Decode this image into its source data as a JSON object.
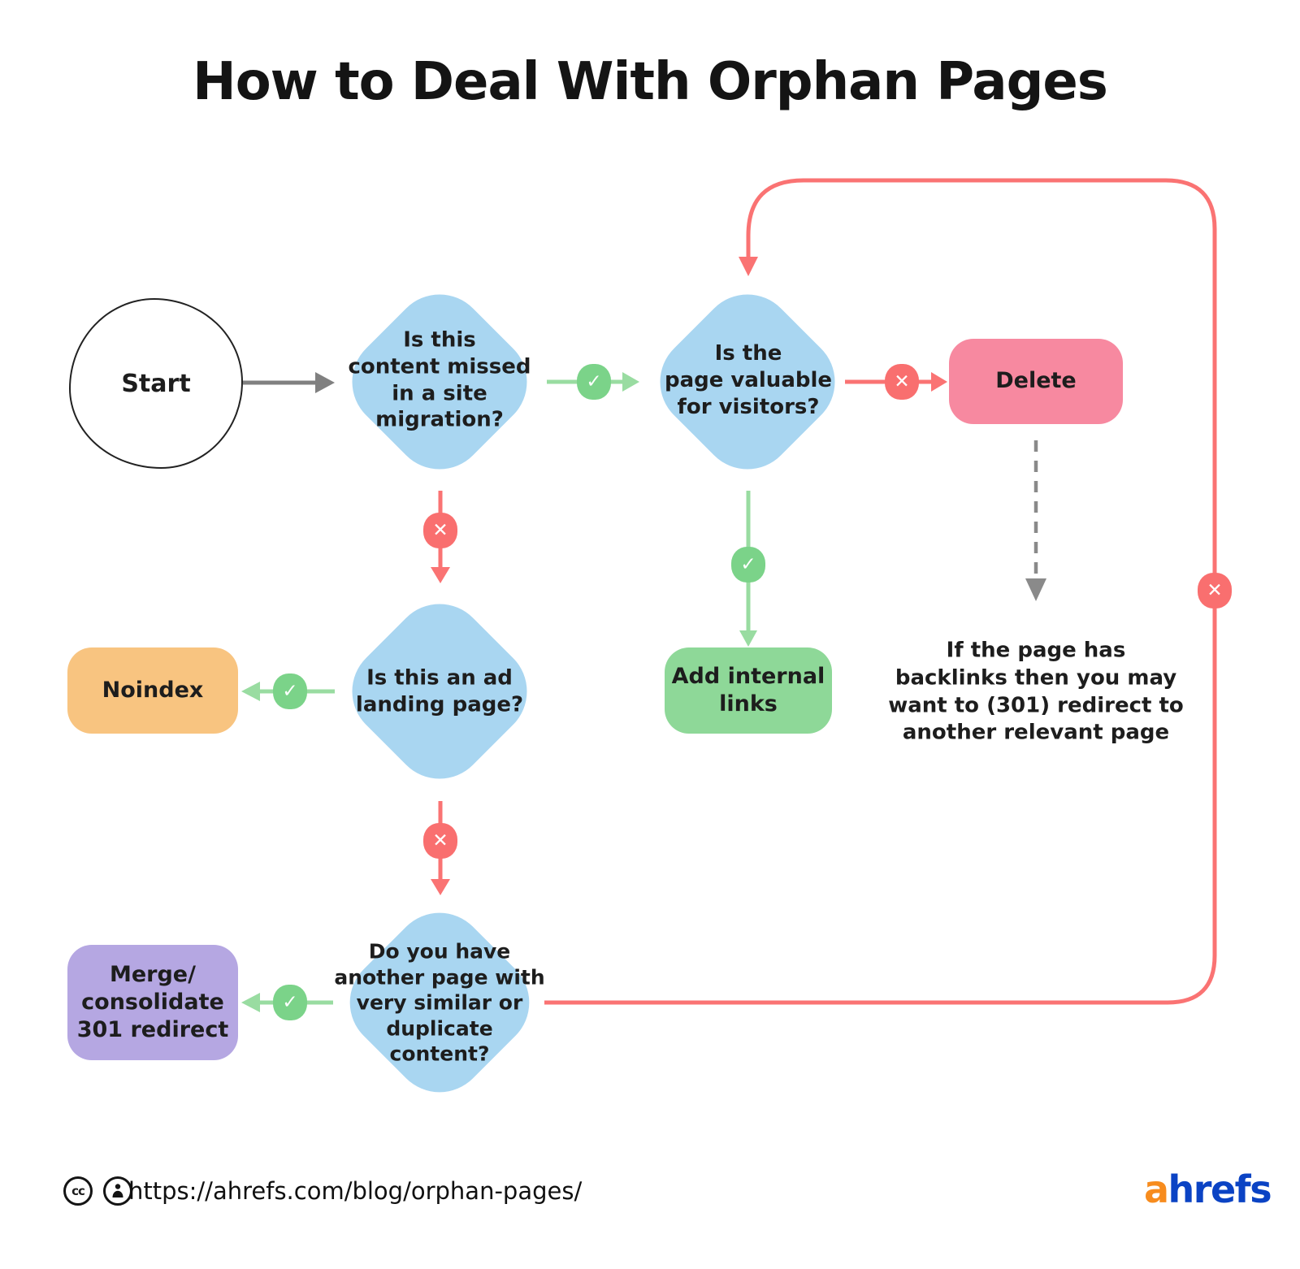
{
  "title": "How to Deal With Orphan Pages",
  "icons": {
    "check": "✓",
    "cross": "✕",
    "cc": "cc"
  },
  "colors": {
    "diamond_blue": "#a9d6f1",
    "delete_pink": "#f789a0",
    "noindex_orange": "#f8c480",
    "addlinks_green": "#8ed898",
    "merge_purple": "#b5a7e2",
    "yes_green": "#7bd389",
    "no_red": "#f96f6f",
    "line_red": "#fa7373",
    "line_green": "#99dca1",
    "line_gray": "#808080",
    "logo_orange": "#f78c1e",
    "logo_blue": "#0b43c4"
  },
  "nodes": {
    "start": {
      "label": "Start"
    },
    "q_migration": {
      "label": "Is this\ncontent missed\nin a site\nmigration?"
    },
    "q_valuable": {
      "label": "Is the\npage valuable\nfor visitors?"
    },
    "delete": {
      "label": "Delete"
    },
    "q_ad_landing": {
      "label": "Is this an ad\nlanding page?"
    },
    "noindex": {
      "label": "Noindex"
    },
    "add_internal_links": {
      "label": "Add internal\nlinks"
    },
    "q_duplicate": {
      "label": "Do you have\nanother page with\nvery similar or\nduplicate\ncontent?"
    },
    "merge": {
      "label": "Merge/\nconsolidate\n301 redirect"
    },
    "backlinks_note": {
      "label": "If the page has\nbacklinks then you may\nwant to (301) redirect to\nanother relevant page"
    }
  },
  "footer": {
    "url": "https://ahrefs.com/blog/orphan-pages/",
    "logo_prefix": "a",
    "logo_suffix": "hrefs"
  }
}
